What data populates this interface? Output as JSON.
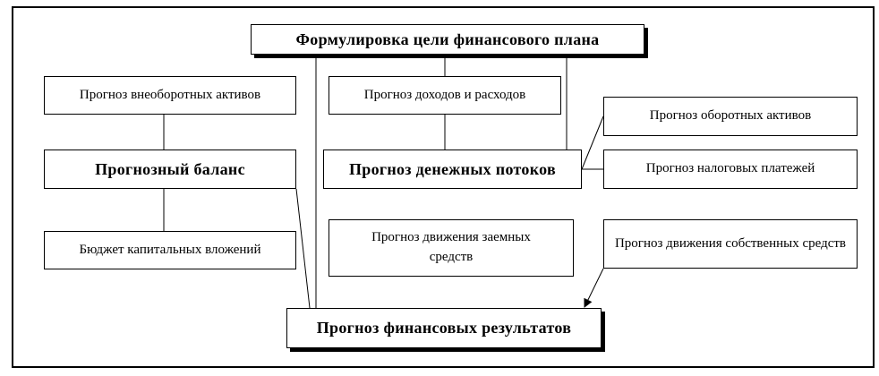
{
  "diagram": {
    "title": "Формулировка цели финансового плана",
    "nodes": {
      "noncurrent_assets": "Прогноз внеоборотных активов",
      "balance": "Прогнозный баланс",
      "capex_budget": "Бюджет капитальных вложений",
      "income_expenses": "Прогноз доходов и расходов",
      "cash_flows": "Прогноз денежных потоков",
      "borrowed_funds": "Прогноз движения заемных средств",
      "current_assets": "Прогноз оборотных активов",
      "tax_payments": "Прогноз налоговых платежей",
      "own_funds": "Прогноз движения собственных средств",
      "financial_results": "Прогноз финансовых результатов"
    }
  }
}
